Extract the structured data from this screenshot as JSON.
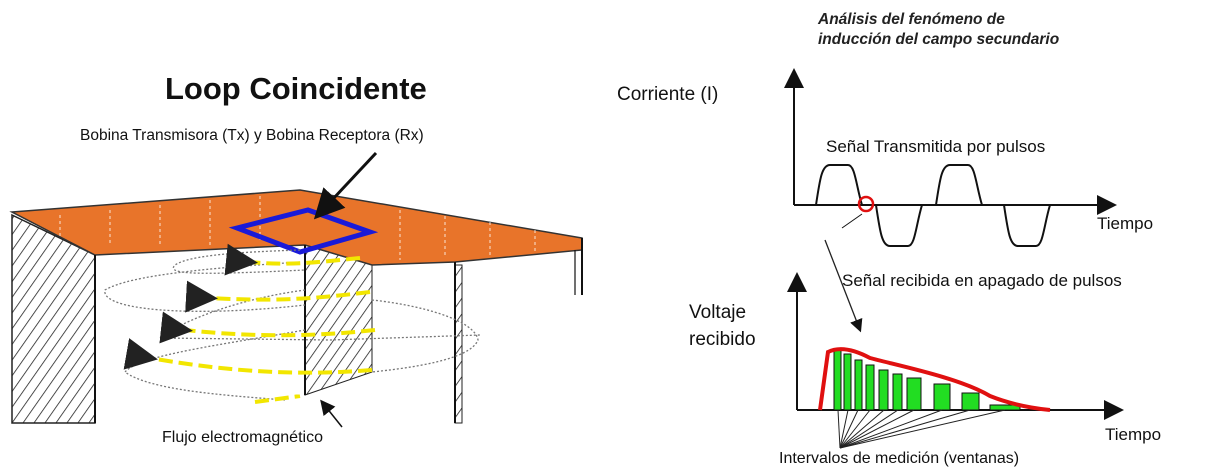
{
  "left_panel": {
    "title": "Loop Coincidente",
    "coil_label": "Bobina Transmisora (Tx)  y  Bobina Receptora (Rx)",
    "flux_label": "Flujo electromagnético"
  },
  "right_panel": {
    "heading_line1": "Análisis del fenómeno de",
    "heading_line2": "inducción del campo secundario",
    "current_axis_label": "Corriente (I)",
    "transmitted_signal_label": "Señal Transmitida por pulsos",
    "time_axis_label_top": "Tiempo",
    "received_signal_label": "Señal recibida en apagado de pulsos",
    "voltage_axis_label_line1": "Voltaje",
    "voltage_axis_label_line2": "recibido",
    "time_axis_label_bottom": "Tiempo",
    "windows_label": "Intervalos de medición (ventanas)"
  },
  "colors": {
    "ground_top": "#e8742a",
    "coil_loop": "#1a1ad8",
    "flux_arrows": "#f2e600",
    "decay_curve": "#e01010",
    "window_fill": "#22dd22"
  }
}
